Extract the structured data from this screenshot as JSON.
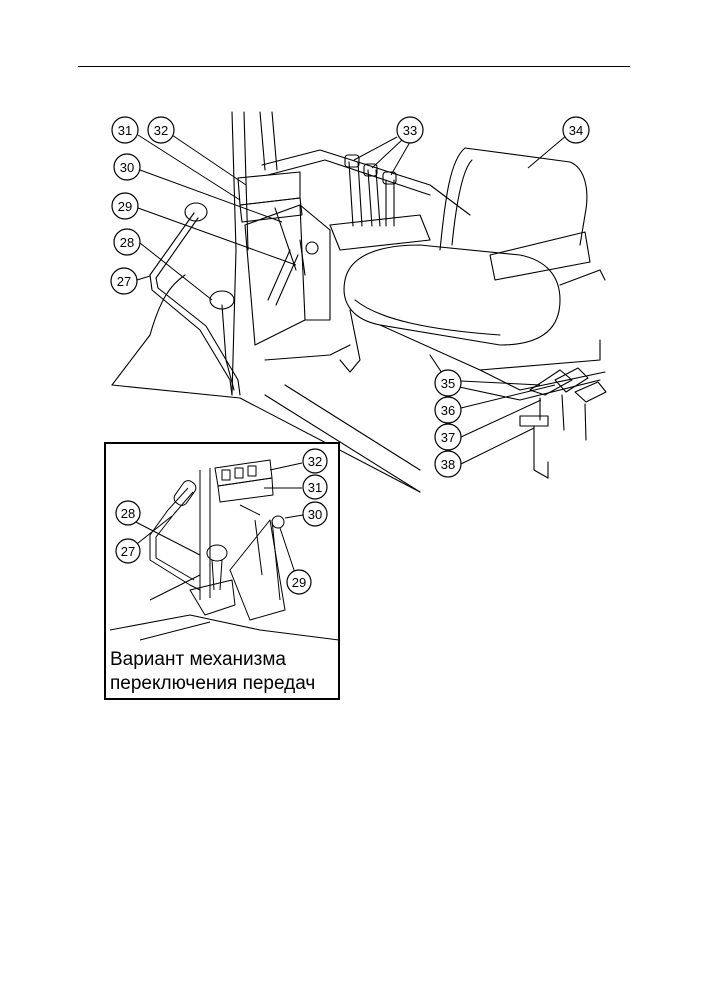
{
  "figure": {
    "main_callouts": [
      {
        "id": "c31",
        "label": "31"
      },
      {
        "id": "c32",
        "label": "32"
      },
      {
        "id": "c33",
        "label": "33"
      },
      {
        "id": "c34",
        "label": "34"
      },
      {
        "id": "c30",
        "label": "30"
      },
      {
        "id": "c29",
        "label": "29"
      },
      {
        "id": "c28",
        "label": "28"
      },
      {
        "id": "c27",
        "label": "27"
      },
      {
        "id": "c35",
        "label": "35"
      },
      {
        "id": "c36",
        "label": "36"
      },
      {
        "id": "c37",
        "label": "37"
      },
      {
        "id": "c38",
        "label": "38"
      }
    ],
    "inset_callouts": [
      {
        "id": "i32",
        "label": "32"
      },
      {
        "id": "i31",
        "label": "31"
      },
      {
        "id": "i30",
        "label": "30"
      },
      {
        "id": "i28",
        "label": "28"
      },
      {
        "id": "i27",
        "label": "27"
      },
      {
        "id": "i29",
        "label": "29"
      }
    ],
    "inset_caption": {
      "line1": "Вариант механизма",
      "line2": "переключения передач"
    }
  },
  "colors": {
    "line": "#000000",
    "background": "#ffffff"
  }
}
